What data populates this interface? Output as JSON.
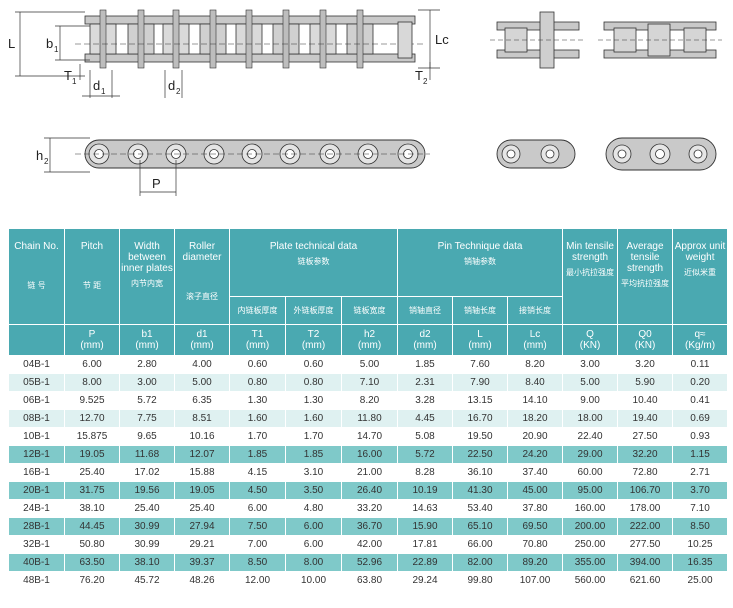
{
  "drawings": {
    "labels": {
      "L": "L",
      "b1": "b",
      "b1_sub": "1",
      "T1": "T",
      "T1_sub": "1",
      "d1": "d",
      "d1_sub": "1",
      "d2": "d",
      "d2_sub": "2",
      "Lc": "Lc",
      "T2": "T",
      "T2_sub": "2",
      "h2": "h",
      "h2_sub": "2",
      "P": "P"
    }
  },
  "table": {
    "headers": {
      "chain_no": "Chain No.",
      "chain_no_cn": "链 号",
      "pitch": "Pitch",
      "pitch_cn": "节 距",
      "width": "Width between inner plates",
      "width_cn": "内节内宽",
      "roller": "Roller diameter",
      "roller_cn": "滚子直径",
      "plate_group": "Plate technical data",
      "plate_group_cn": "链板参数",
      "pin_group": "Pin Technique data",
      "pin_group_cn": "销轴参数",
      "min_tensile": "Min tensile strength",
      "min_tensile_cn": "最小抗拉强度",
      "avg_tensile": "Average tensile strength",
      "avg_tensile_cn": "平均抗拉强度",
      "weight": "Approx unit weight",
      "weight_cn": "近似米重",
      "t1_cn": "内链板厚度",
      "t2_cn": "外链板厚度",
      "h2_cn": "链板宽度",
      "d2_cn": "销轴直径",
      "l_cn": "销轴长度",
      "lc_cn": "接销长度"
    },
    "units": [
      {
        "sym": "P",
        "unit": "(mm)"
      },
      {
        "sym": "b1",
        "unit": "(mm)"
      },
      {
        "sym": "d1",
        "unit": "(mm)"
      },
      {
        "sym": "T1",
        "unit": "(mm)"
      },
      {
        "sym": "T2",
        "unit": "(mm)"
      },
      {
        "sym": "h2",
        "unit": "(mm)"
      },
      {
        "sym": "d2",
        "unit": "(mm)"
      },
      {
        "sym": "L",
        "unit": "(mm)"
      },
      {
        "sym": "Lc",
        "unit": "(mm)"
      },
      {
        "sym": "Q",
        "unit": "(KN)"
      },
      {
        "sym": "Q0",
        "unit": "(KN)"
      },
      {
        "sym": "q≈",
        "unit": "(Kg/m)"
      }
    ],
    "rows": [
      [
        "04B-1",
        "6.00",
        "2.80",
        "4.00",
        "0.60",
        "0.60",
        "5.00",
        "1.85",
        "7.60",
        "8.20",
        "3.00",
        "3.20",
        "0.11"
      ],
      [
        "05B-1",
        "8.00",
        "3.00",
        "5.00",
        "0.80",
        "0.80",
        "7.10",
        "2.31",
        "7.90",
        "8.40",
        "5.00",
        "5.90",
        "0.20"
      ],
      [
        "06B-1",
        "9.525",
        "5.72",
        "6.35",
        "1.30",
        "1.30",
        "8.20",
        "3.28",
        "13.15",
        "14.10",
        "9.00",
        "10.40",
        "0.41"
      ],
      [
        "08B-1",
        "12.70",
        "7.75",
        "8.51",
        "1.60",
        "1.60",
        "11.80",
        "4.45",
        "16.70",
        "18.20",
        "18.00",
        "19.40",
        "0.69"
      ],
      [
        "10B-1",
        "15.875",
        "9.65",
        "10.16",
        "1.70",
        "1.70",
        "14.70",
        "5.08",
        "19.50",
        "20.90",
        "22.40",
        "27.50",
        "0.93"
      ],
      [
        "12B-1",
        "19.05",
        "11.68",
        "12.07",
        "1.85",
        "1.85",
        "16.00",
        "5.72",
        "22.50",
        "24.20",
        "29.00",
        "32.20",
        "1.15"
      ],
      [
        "16B-1",
        "25.40",
        "17.02",
        "15.88",
        "4.15",
        "3.10",
        "21.00",
        "8.28",
        "36.10",
        "37.40",
        "60.00",
        "72.80",
        "2.71"
      ],
      [
        "20B-1",
        "31.75",
        "19.56",
        "19.05",
        "4.50",
        "3.50",
        "26.40",
        "10.19",
        "41.30",
        "45.00",
        "95.00",
        "106.70",
        "3.70"
      ],
      [
        "24B-1",
        "38.10",
        "25.40",
        "25.40",
        "6.00",
        "4.80",
        "33.20",
        "14.63",
        "53.40",
        "37.80",
        "160.00",
        "178.00",
        "7.10"
      ],
      [
        "28B-1",
        "44.45",
        "30.99",
        "27.94",
        "7.50",
        "6.00",
        "36.70",
        "15.90",
        "65.10",
        "69.50",
        "200.00",
        "222.00",
        "8.50"
      ],
      [
        "32B-1",
        "50.80",
        "30.99",
        "29.21",
        "7.00",
        "6.00",
        "42.00",
        "17.81",
        "66.00",
        "70.80",
        "250.00",
        "277.50",
        "10.25"
      ],
      [
        "40B-1",
        "63.50",
        "38.10",
        "39.37",
        "8.50",
        "8.00",
        "52.96",
        "22.89",
        "82.00",
        "89.20",
        "355.00",
        "394.00",
        "16.35"
      ],
      [
        "48B-1",
        "76.20",
        "45.72",
        "48.26",
        "12.00",
        "10.00",
        "63.80",
        "29.24",
        "99.80",
        "107.00",
        "560.00",
        "621.60",
        "25.00"
      ]
    ]
  }
}
